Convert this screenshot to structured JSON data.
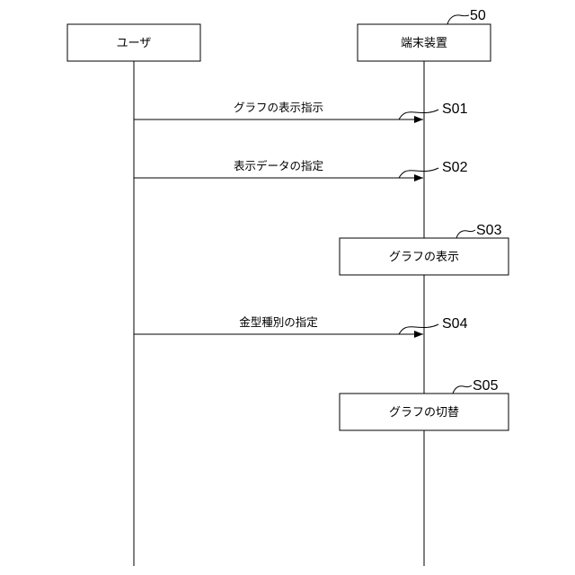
{
  "diagram": {
    "participants": {
      "user": {
        "label": "ユーザ"
      },
      "terminal": {
        "label": "端末装置",
        "ref": "50"
      }
    },
    "steps": [
      {
        "id": "S01",
        "kind": "message",
        "label": "グラフの表示指示"
      },
      {
        "id": "S02",
        "kind": "message",
        "label": "表示データの指定"
      },
      {
        "id": "S03",
        "kind": "process",
        "label": "グラフの表示"
      },
      {
        "id": "S04",
        "kind": "message",
        "label": "金型種別の指定"
      },
      {
        "id": "S05",
        "kind": "process",
        "label": "グラフの切替"
      }
    ]
  }
}
